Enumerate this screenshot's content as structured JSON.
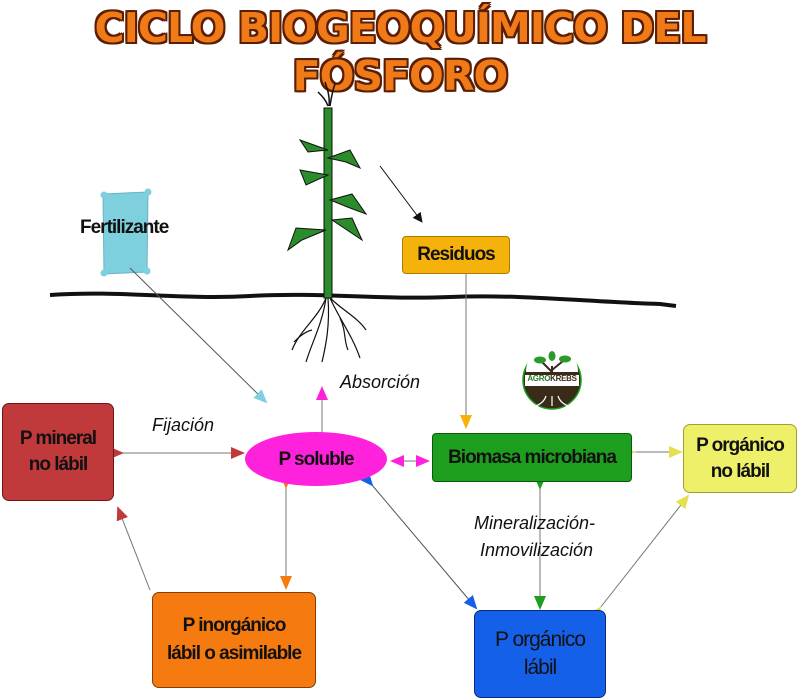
{
  "title": "CICLO BIOGEOQUÍMICO DEL FÓSFORO",
  "nodes": {
    "fertilizante": "Fertilizante",
    "residuos": "Residuos",
    "p_soluble": "P soluble",
    "biomasa": "Biomasa microbiana",
    "p_mineral_line1": "P mineral",
    "p_mineral_line2": "no lábil",
    "p_organico_nolabil_line1": "P orgánico",
    "p_organico_nolabil_line2": "no lábil",
    "p_inorganico_line1": "P inorgánico",
    "p_inorganico_line2": "lábil o asimilable",
    "p_organico_labil_line1": "P orgánico",
    "p_organico_labil_line2": "lábil"
  },
  "labels": {
    "absorcion": "Absorción",
    "fijacion": "Fijación",
    "mineralizacion_line1": "Mineralización-",
    "mineralizacion_line2": "Inmovilización"
  },
  "logo": {
    "text": "AGRO KREBS",
    "part1": "AGRO",
    "part2": "KREBS"
  },
  "colors": {
    "title": "#f07a18",
    "p_mineral": "#c0393b",
    "p_soluble": "#ff22dd",
    "biomasa": "#1e9e1e",
    "p_organico_nolabil": "#eef06a",
    "p_inorganico": "#f57a10",
    "p_organico_labil": "#1560e8",
    "residuos": "#f5b20a",
    "fertilizante": "#7ed0de"
  }
}
